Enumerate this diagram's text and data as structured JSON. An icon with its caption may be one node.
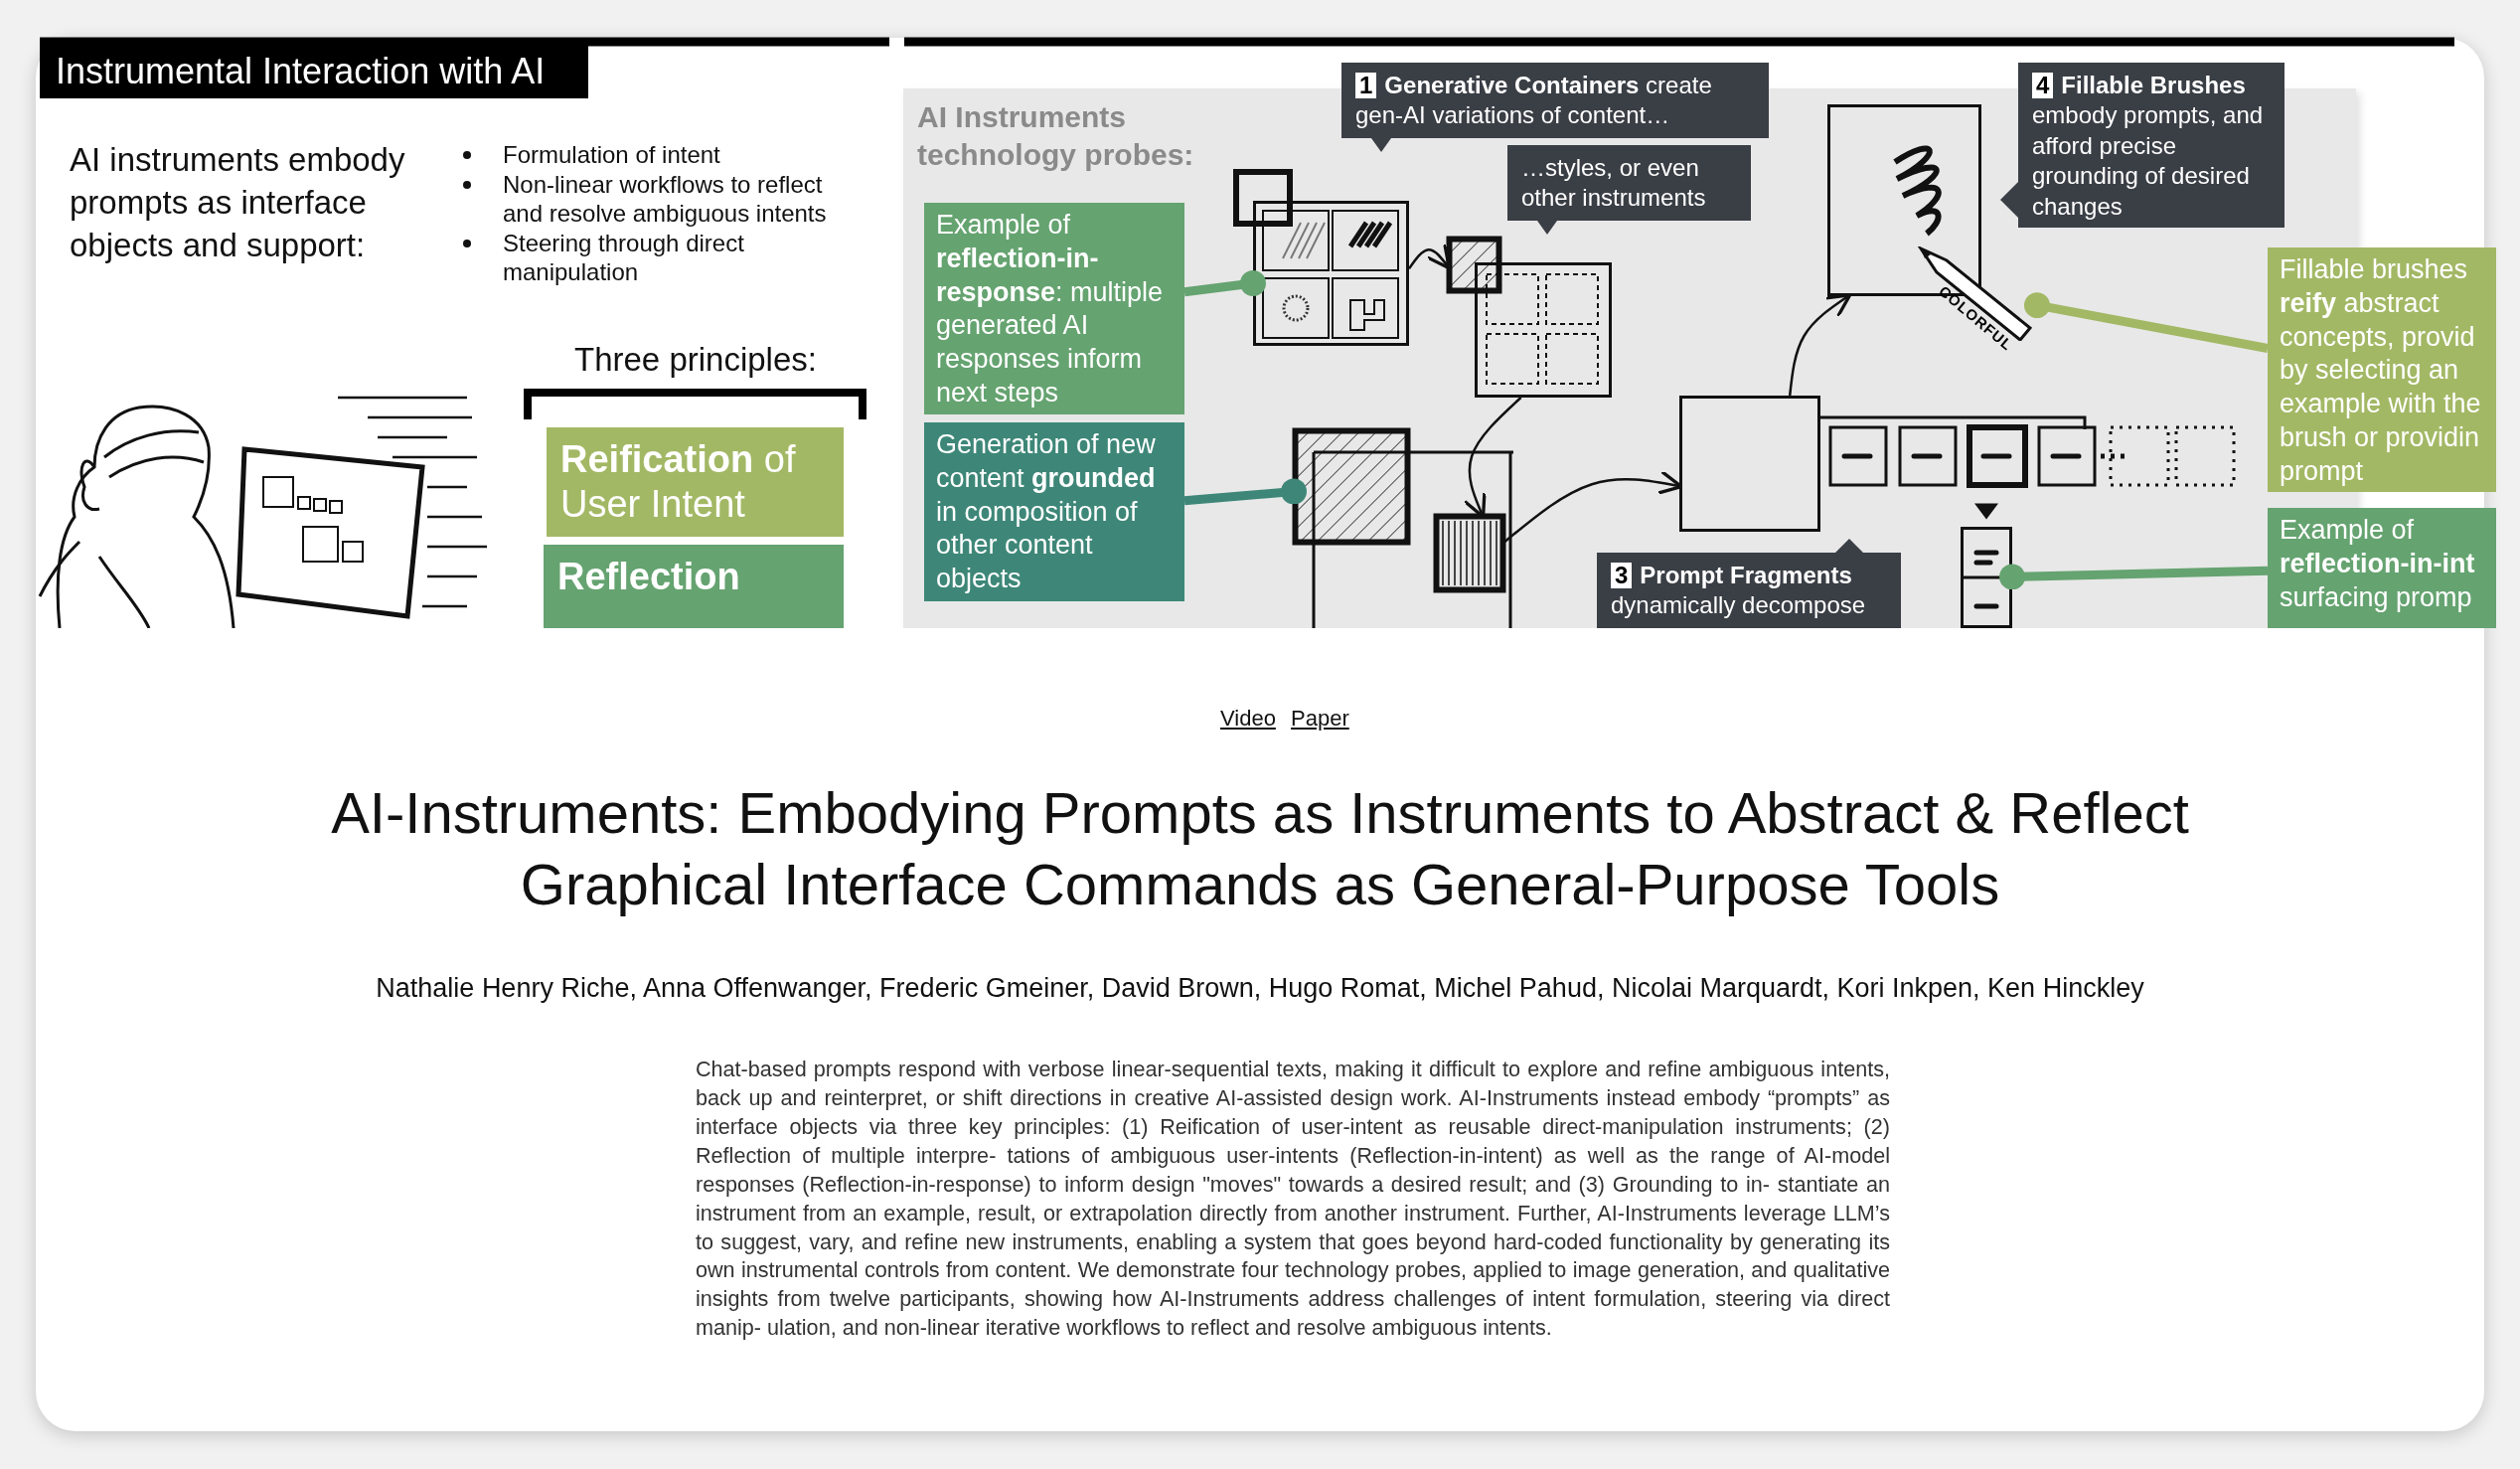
{
  "diagram": {
    "title": "AI-Instruments: Embodying Prompts as Instruments to Abstract & Reflect Graphical Interface Commands as General-Purpose Tools",
    "nodes": [
      {
        "text": [
          "Instrumental Interaction with AI"
        ]
      },
      {
        "text": [
          "**Reification** of User Intent"
        ]
      },
      {
        "text": [
          "Reflection"
        ]
      },
      {
        "text": [
          "AI Instruments technology probes:"
        ]
      },
      {
        "text": [
          "1",
          "**Generative Containers** create gen-AI variations of content…"
        ]
      },
      {
        "text": [
          "…styles, or even other instruments"
        ],
        "in": 3
      },
      {
        "text": [
          "3",
          "**Prompt Fragments** dynamically decompose"
        ],
        "in": 3
      },
      {
        "text": [
          "4",
          "**Fillable Brushes** embody prompts, and afford precise grounding of desired changes"
        ]
      },
      {
        "text": [
          "Example of **reflection-in-response**: multiple generated AI responses inform next steps"
        ],
        "in": 3
      },
      {
        "text": [
          "Generation of new content **grounded** in composition of other content objects"
        ],
        "in": 3
      },
      {
        "text": [
          "Fillable brushes **reify** abstract concepts, provid by selecting an example with the brush or providin prompt"
        ]
      },
      {
        "text": [
          "Example of **reflection-in-int** surfacing promp"
        ]
      },
      {
        "text": [],
        "shape": "box",
        "in": 3
      },
      {
        "text": [],
        "shape": "box",
        "in": 3
      },
      {
        "text": [],
        "shape": "box",
        "in": 3
      },
      {
        "text": [],
        "shape": "box",
        "in": 3
      },
      {
        "text": [],
        "shape": "box",
        "in": 3
      },
      {
        "text": [],
        "shape": "box",
        "in": 3
      },
      {
        "text": [],
        "shape": "box",
        "in": 3
      },
      {
        "text": [
          "COLORFUL"
        ],
        "in": 3
      },
      {
        "text": [],
        "shape": "box",
        "in": 3
      }
    ],
    "edges": [
      {
        "from": 8,
        "to": 12,
        "arrow": "other",
        "style": "thick",
        "color": "#65a370"
      },
      {
        "from": 12,
        "to": 13,
        "arrow": "to"
      },
      {
        "from": 14,
        "to": 16,
        "arrow": "to"
      },
      {
        "from": 9,
        "to": 15,
        "arrow": "other",
        "style": "thick",
        "color": "#3e8778"
      },
      {
        "from": 16,
        "to": 17,
        "arrow": "to"
      },
      {
        "from": 17,
        "to": 18,
        "arrow": "to"
      },
      {
        "from": 10,
        "to": 19,
        "arrow": "other",
        "style": "thick",
        "color": "#a3b865"
      },
      {
        "from": 11,
        "to": 20,
        "arrow": "other",
        "style": "thick",
        "color": "#65a370"
      }
    ],
    "labels": [
      "AI instruments embody prompts as interface objects and support:",
      "Formulation of intent",
      "Non-linear workflows to reflect and resolve ambiguous intents",
      "Steering through direct manipulation",
      "Three principles:",
      "Video",
      "Paper",
      "Nathalie Henry Riche, Anna Offenwanger, Frederic Gmeiner, David Brown, Hugo Romat, Michel Pahud, Nicolai Marquardt, Kori Inkpen, Ken Hinckley",
      "Chat-based prompts respond with verbose linear-sequential texts, making it difficult to explore and refine ambiguous intents, back up and reinterpret, or shift directions in creative AI-assisted design work. AI-Instruments instead embody “prompts” as interface objects via three key principles: (1) Reification of user-intent as reusable direct-manipulation instruments; (2) Reflection of multiple interpre- tations of ambiguous user-intents (Reflection-in-intent) as well as the range of AI-model responses (Reflection-in-response) to inform design \"moves\" towards a desired result; and (3) Grounding to in- stantiate an instrument from an example, result, or extrapolation directly from another instrument. Further, AI-Instruments leverage LLM’s to suggest, vary, and refine new instruments, enabling a system that goes beyond hard-coded functionality by generating its own instrumental controls from content. We demonstrate four technology probes, applied to image generation, and qualitative insights from twelve participants, showing how AI-Instruments address challenges of intent formulation, steering via direct manip- ulation, and non-linear iterative workflows to reflect and resolve ambiguous intents."
    ]
  }
}
